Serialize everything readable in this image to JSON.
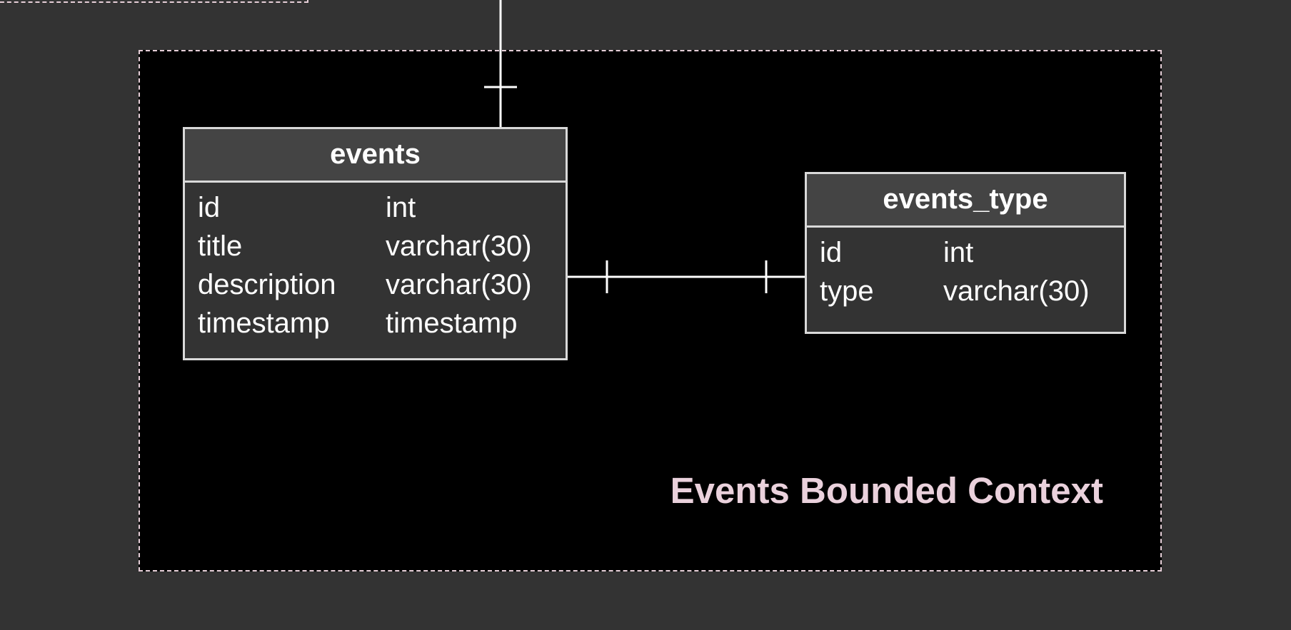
{
  "context": {
    "label": "Events Bounded Context"
  },
  "entities": {
    "events": {
      "name": "events",
      "fields": [
        {
          "name": "id",
          "type": "int"
        },
        {
          "name": "title",
          "type": "varchar(30)"
        },
        {
          "name": "description",
          "type": "varchar(30)"
        },
        {
          "name": "timestamp",
          "type": "timestamp"
        }
      ]
    },
    "events_type": {
      "name": "events_type",
      "fields": [
        {
          "name": "id",
          "type": "int"
        },
        {
          "name": "type",
          "type": "varchar(30)"
        }
      ]
    }
  },
  "relationships": [
    {
      "from": "external",
      "to": "events",
      "from_end": "none",
      "to_end": "one"
    },
    {
      "from": "events",
      "to": "events_type",
      "from_end": "one",
      "to_end": "one"
    }
  ],
  "colors": {
    "page_background": "#333333",
    "context_background": "#000000",
    "context_border": "#e6cfd8",
    "context_label": "#ead1dc",
    "entity_fill": "#333333",
    "entity_header": "#444444",
    "entity_border": "#d9d9d9",
    "text": "#ffffff",
    "connector": "#ffffff"
  }
}
